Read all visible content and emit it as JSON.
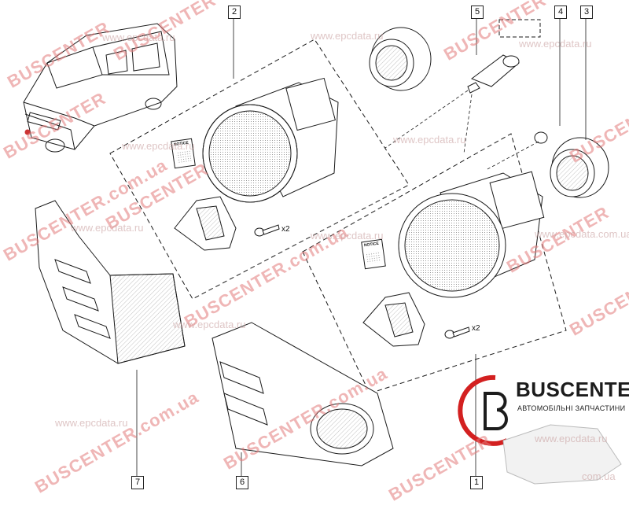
{
  "callouts": [
    {
      "id": "c2",
      "label": "2"
    },
    {
      "id": "c5",
      "label": "5"
    },
    {
      "id": "c4",
      "label": "4"
    },
    {
      "id": "c3",
      "label": "3"
    },
    {
      "id": "c7",
      "label": "7"
    },
    {
      "id": "c6",
      "label": "6"
    },
    {
      "id": "c1",
      "label": "1"
    }
  ],
  "quantity_labels": [
    "x2",
    "x2"
  ],
  "notice_label": "NOTICE",
  "watermarks": {
    "buscenter": "BUSCENTER",
    "buscenter_ua": "BUSCENTER.com.ua",
    "epcdata": "www.epcdata.ru",
    "epcdata_short": "www.epcdata.com.ua",
    "com_ua": "com.ua"
  },
  "logo": {
    "title": "BUSCENTER",
    "subtitle": "АВТОМОБІЛЬНІ ЗАПЧАСТИНИ"
  },
  "colors": {
    "line": "#1a1a1a",
    "watermark": "#e37b7b",
    "logo_red": "#d32020"
  }
}
